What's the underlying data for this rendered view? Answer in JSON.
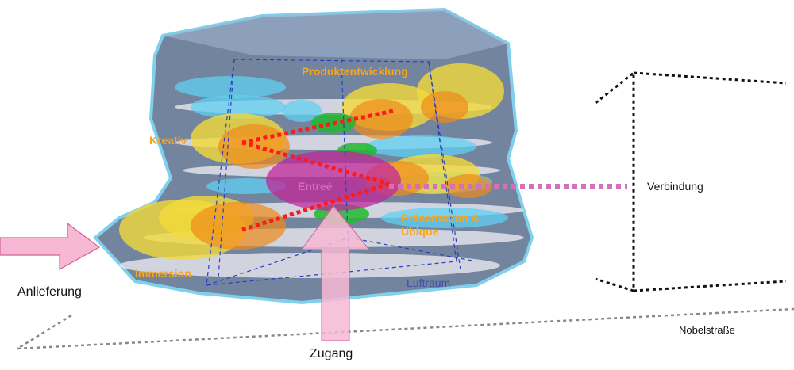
{
  "labels": {
    "produktentwicklung": "Produktentwicklung",
    "kreativ": "Kreativ",
    "entree": "Entreé",
    "praesentation": "Präsentation &",
    "ubique": "Ubique",
    "immersion": "Immersion",
    "luftraum": "Luftraum",
    "verbindung": "Verbindung",
    "anlieferung": "Anlieferung",
    "zugang": "Zugang",
    "nobelstrasse": "Nobelstraße"
  },
  "colors": {
    "zone_label": "#f5a623",
    "entree_label": "#d070b0",
    "luftraum_label": "#3a4fb0",
    "connection_red": "#ff1a1a",
    "connection_pink": "#d46fb8",
    "arrow_pink": "#f7b8d4",
    "outline_blue": "#7fd0ec",
    "body": "#5b6f8e"
  }
}
